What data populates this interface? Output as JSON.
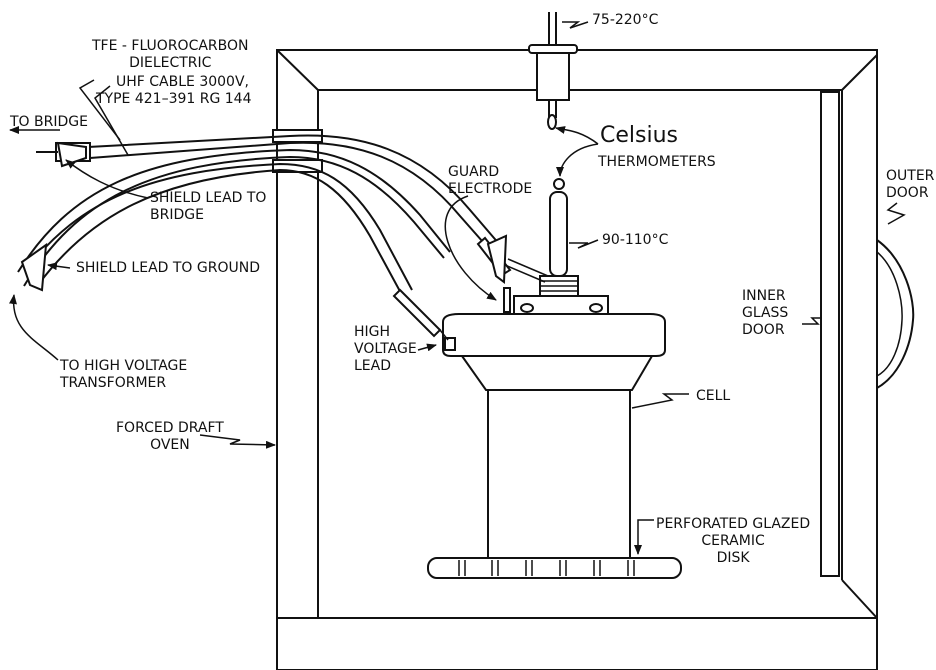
{
  "labels": {
    "dielectric": [
      "TFE - FLUOROCARBON",
      "DIELECTRIC"
    ],
    "cable": [
      "UHF CABLE 3000V,",
      "TYPE 421–391 RG 144"
    ],
    "to_bridge": "TO BRIDGE",
    "shield_bridge": [
      "SHIELD LEAD TO",
      "BRIDGE"
    ],
    "shield_ground": "SHIELD LEAD TO GROUND",
    "high_voltage_transformer": [
      "TO HIGH VOLTAGE",
      "TRANSFORMER"
    ],
    "oven": [
      "FORCED DRAFT",
      "OVEN"
    ],
    "temp_top": "75-220°C",
    "celsius": "Celsius",
    "thermometers": "THERMOMETERS",
    "guard_electrode": [
      "GUARD",
      "ELECTRODE"
    ],
    "temp_mid": "90-110°C",
    "hv_lead": [
      "HIGH",
      "VOLTAGE",
      "LEAD"
    ],
    "outer_door": [
      "OUTER",
      "DOOR"
    ],
    "inner_glass_door": [
      "INNER",
      "GLASS",
      "DOOR"
    ],
    "cell": "CELL",
    "ceramic_disk": [
      "PERFORATED GLAZED",
      "CERAMIC",
      "DISK"
    ]
  },
  "colors": {
    "line": "#111111",
    "background": "#ffffff"
  }
}
